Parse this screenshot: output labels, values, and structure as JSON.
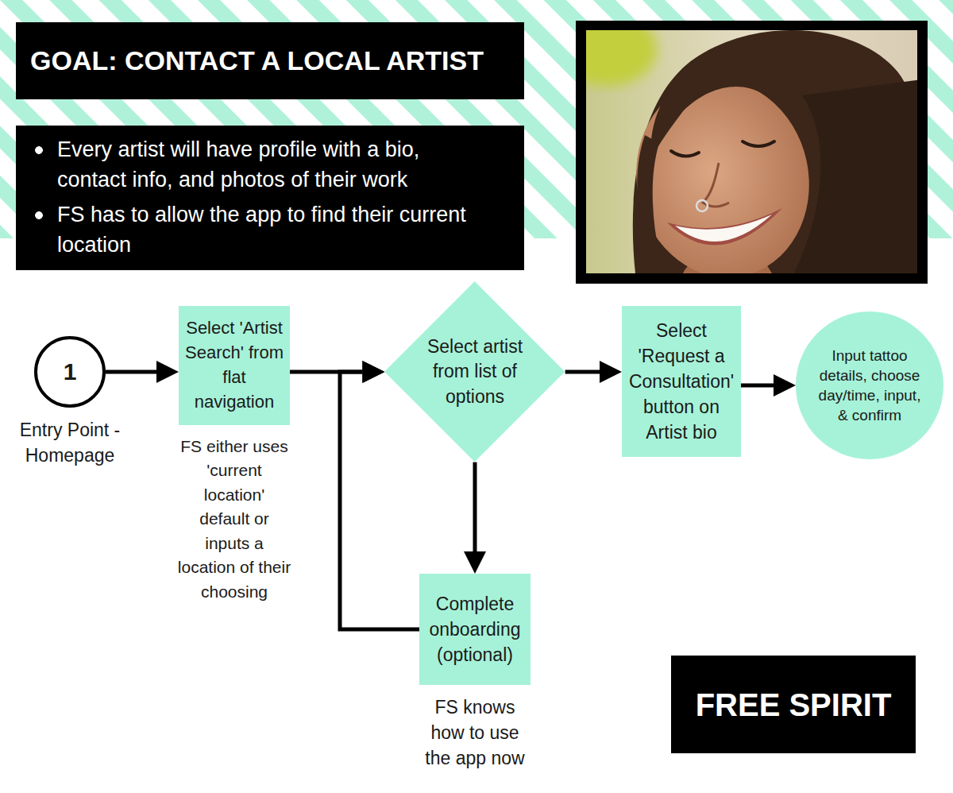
{
  "diagram": {
    "title": "GOAL: CONTACT A LOCAL ARTIST",
    "nodes": [
      {
        "text": [
          "Every artist will have profile with a bio, contact info, and photos of their work",
          "FS has to allow the app to find their current location"
        ]
      },
      {
        "text": [
          "1",
          "Entry Point - Homepage"
        ]
      },
      {
        "text": [
          "Select 'Artist Search' from flat navigation",
          "FS either uses 'current location' default or inputs a location of their choosing"
        ]
      },
      {
        "text": [
          "Select artist from list of options"
        ]
      },
      {
        "text": [
          "Select 'Request a Consultation' button on Artist bio"
        ]
      },
      {
        "text": [
          "Input tattoo details, choose day/time, input, & confirm"
        ]
      },
      {
        "text": [
          "Complete onboarding (optional)",
          "FS knows how to use the app now"
        ]
      },
      {
        "text": [
          "FREE SPIRIT"
        ]
      }
    ],
    "edges": [
      {
        "from": 1,
        "to": 2,
        "arrow": "to"
      },
      {
        "from": 2,
        "to": 3,
        "arrow": "to"
      },
      {
        "from": 3,
        "to": 4,
        "arrow": "to"
      },
      {
        "from": 4,
        "to": 5,
        "arrow": "to"
      },
      {
        "from": 3,
        "to": 6,
        "arrow": "to"
      },
      {
        "from": 6,
        "to": 3,
        "arrow": "to"
      }
    ]
  }
}
